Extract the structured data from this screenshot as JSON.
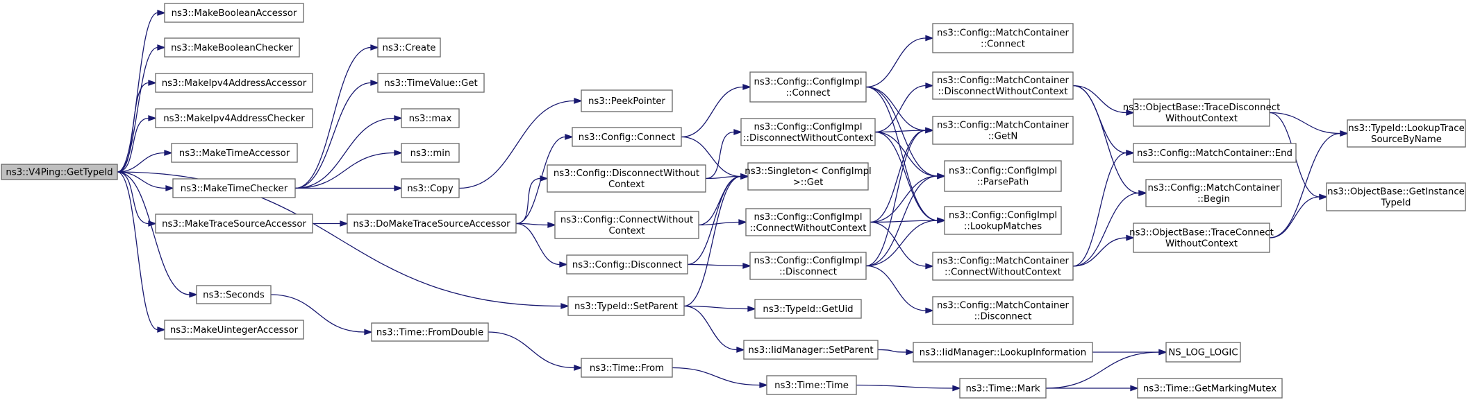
{
  "diagram": {
    "root": "n0",
    "nodes": [
      {
        "id": "n0",
        "lines": [
          "ns3::V4Ping::GetTypeId"
        ]
      },
      {
        "id": "n1",
        "lines": [
          "ns3::MakeBooleanAccessor"
        ]
      },
      {
        "id": "n2",
        "lines": [
          "ns3::MakeBooleanChecker"
        ]
      },
      {
        "id": "n3",
        "lines": [
          "ns3::MakeIpv4AddressAccessor"
        ]
      },
      {
        "id": "n4",
        "lines": [
          "ns3::MakeIpv4AddressChecker"
        ]
      },
      {
        "id": "n5",
        "lines": [
          "ns3::MakeTimeAccessor"
        ]
      },
      {
        "id": "n6",
        "lines": [
          "ns3::MakeTimeChecker"
        ]
      },
      {
        "id": "n7",
        "lines": [
          "ns3::MakeTraceSourceAccessor"
        ]
      },
      {
        "id": "n8",
        "lines": [
          "ns3::Seconds"
        ]
      },
      {
        "id": "n9",
        "lines": [
          "ns3::MakeUintegerAccessor"
        ]
      },
      {
        "id": "n10",
        "lines": [
          "ns3::Create"
        ]
      },
      {
        "id": "n11",
        "lines": [
          "ns3::TimeValue::Get"
        ]
      },
      {
        "id": "n12",
        "lines": [
          "ns3::max"
        ]
      },
      {
        "id": "n13",
        "lines": [
          "ns3::min"
        ]
      },
      {
        "id": "n14",
        "lines": [
          "ns3::Copy"
        ]
      },
      {
        "id": "n15",
        "lines": [
          "ns3::DoMakeTraceSourceAccessor"
        ]
      },
      {
        "id": "n16",
        "lines": [
          "ns3::Time::FromDouble"
        ]
      },
      {
        "id": "n17",
        "lines": [
          "ns3::PeekPointer"
        ]
      },
      {
        "id": "n18",
        "lines": [
          "ns3::Config::Connect"
        ]
      },
      {
        "id": "n19",
        "lines": [
          "ns3::Config::DisconnectWithout",
          "Context"
        ]
      },
      {
        "id": "n20",
        "lines": [
          "ns3::Config::ConnectWithout",
          "Context"
        ]
      },
      {
        "id": "n21",
        "lines": [
          "ns3::Config::Disconnect"
        ]
      },
      {
        "id": "n22",
        "lines": [
          "ns3::TypeId::SetParent"
        ]
      },
      {
        "id": "n23",
        "lines": [
          "ns3::Time::From"
        ]
      },
      {
        "id": "n24",
        "lines": [
          "ns3::Config::ConfigImpl",
          "::Connect"
        ]
      },
      {
        "id": "n25",
        "lines": [
          "ns3::Config::ConfigImpl",
          "::DisconnectWithoutContext"
        ]
      },
      {
        "id": "n26",
        "lines": [
          "ns3::Singleton< ConfigImpl",
          " >::Get"
        ]
      },
      {
        "id": "n27",
        "lines": [
          "ns3::Config::ConfigImpl",
          "::ConnectWithoutContext"
        ]
      },
      {
        "id": "n28",
        "lines": [
          "ns3::Config::ConfigImpl",
          "::Disconnect"
        ]
      },
      {
        "id": "n29",
        "lines": [
          "ns3::TypeId::GetUid"
        ]
      },
      {
        "id": "n30",
        "lines": [
          "ns3::IidManager::SetParent"
        ]
      },
      {
        "id": "n31",
        "lines": [
          "ns3::Time::Time"
        ]
      },
      {
        "id": "n32",
        "lines": [
          "ns3::Config::MatchContainer",
          "::Connect"
        ]
      },
      {
        "id": "n33",
        "lines": [
          "ns3::Config::MatchContainer",
          "::DisconnectWithoutContext"
        ]
      },
      {
        "id": "n34",
        "lines": [
          "ns3::Config::MatchContainer",
          "::GetN"
        ]
      },
      {
        "id": "n35",
        "lines": [
          "ns3::Config::ConfigImpl",
          "::ParsePath"
        ]
      },
      {
        "id": "n36",
        "lines": [
          "ns3::Config::ConfigImpl",
          "::LookupMatches"
        ]
      },
      {
        "id": "n37",
        "lines": [
          "ns3::Config::MatchContainer",
          "::ConnectWithoutContext"
        ]
      },
      {
        "id": "n38",
        "lines": [
          "ns3::Config::MatchContainer",
          "::Disconnect"
        ]
      },
      {
        "id": "n39",
        "lines": [
          "ns3::IidManager::LookupInformation"
        ]
      },
      {
        "id": "n40",
        "lines": [
          "ns3::Time::Mark"
        ]
      },
      {
        "id": "n41",
        "lines": [
          "ns3::ObjectBase::TraceDisconnect",
          "WithoutContext"
        ]
      },
      {
        "id": "n42",
        "lines": [
          "ns3::Config::MatchContainer::End"
        ]
      },
      {
        "id": "n43",
        "lines": [
          "ns3::Config::MatchContainer",
          "::Begin"
        ]
      },
      {
        "id": "n44",
        "lines": [
          "ns3::ObjectBase::TraceConnect",
          "WithoutContext"
        ]
      },
      {
        "id": "n45",
        "lines": [
          "NS_LOG_LOGIC"
        ]
      },
      {
        "id": "n46",
        "lines": [
          "ns3::Time::GetMarkingMutex"
        ]
      },
      {
        "id": "n47",
        "lines": [
          "ns3::TypeId::LookupTrace",
          "SourceByName"
        ]
      },
      {
        "id": "n48",
        "lines": [
          "ns3::ObjectBase::GetInstance",
          "TypeId"
        ]
      }
    ],
    "edges": [
      [
        "n0",
        "n1"
      ],
      [
        "n0",
        "n2"
      ],
      [
        "n0",
        "n3"
      ],
      [
        "n0",
        "n4"
      ],
      [
        "n0",
        "n5"
      ],
      [
        "n0",
        "n6"
      ],
      [
        "n0",
        "n7"
      ],
      [
        "n0",
        "n8"
      ],
      [
        "n0",
        "n9"
      ],
      [
        "n0",
        "n22"
      ],
      [
        "n6",
        "n10"
      ],
      [
        "n6",
        "n11"
      ],
      [
        "n6",
        "n12"
      ],
      [
        "n6",
        "n13"
      ],
      [
        "n6",
        "n14"
      ],
      [
        "n14",
        "n17"
      ],
      [
        "n7",
        "n15"
      ],
      [
        "n15",
        "n18"
      ],
      [
        "n15",
        "n19"
      ],
      [
        "n15",
        "n20"
      ],
      [
        "n15",
        "n21"
      ],
      [
        "n8",
        "n16"
      ],
      [
        "n16",
        "n23"
      ],
      [
        "n23",
        "n31"
      ],
      [
        "n31",
        "n40"
      ],
      [
        "n40",
        "n45"
      ],
      [
        "n40",
        "n46"
      ],
      [
        "n22",
        "n26"
      ],
      [
        "n22",
        "n29"
      ],
      [
        "n22",
        "n30"
      ],
      [
        "n30",
        "n39"
      ],
      [
        "n39",
        "n45"
      ],
      [
        "n18",
        "n24"
      ],
      [
        "n18",
        "n26"
      ],
      [
        "n19",
        "n25"
      ],
      [
        "n19",
        "n26"
      ],
      [
        "n20",
        "n26"
      ],
      [
        "n20",
        "n27"
      ],
      [
        "n21",
        "n26"
      ],
      [
        "n21",
        "n28"
      ],
      [
        "n24",
        "n32"
      ],
      [
        "n24",
        "n34"
      ],
      [
        "n24",
        "n35"
      ],
      [
        "n24",
        "n36"
      ],
      [
        "n25",
        "n33"
      ],
      [
        "n25",
        "n34"
      ],
      [
        "n25",
        "n35"
      ],
      [
        "n25",
        "n36"
      ],
      [
        "n27",
        "n34"
      ],
      [
        "n27",
        "n35"
      ],
      [
        "n27",
        "n36"
      ],
      [
        "n27",
        "n37"
      ],
      [
        "n28",
        "n34"
      ],
      [
        "n28",
        "n35"
      ],
      [
        "n28",
        "n36"
      ],
      [
        "n28",
        "n38"
      ],
      [
        "n33",
        "n41"
      ],
      [
        "n33",
        "n42"
      ],
      [
        "n33",
        "n43"
      ],
      [
        "n37",
        "n42"
      ],
      [
        "n37",
        "n43"
      ],
      [
        "n37",
        "n44"
      ],
      [
        "n41",
        "n47"
      ],
      [
        "n41",
        "n48"
      ],
      [
        "n44",
        "n47"
      ],
      [
        "n44",
        "n48"
      ]
    ]
  }
}
